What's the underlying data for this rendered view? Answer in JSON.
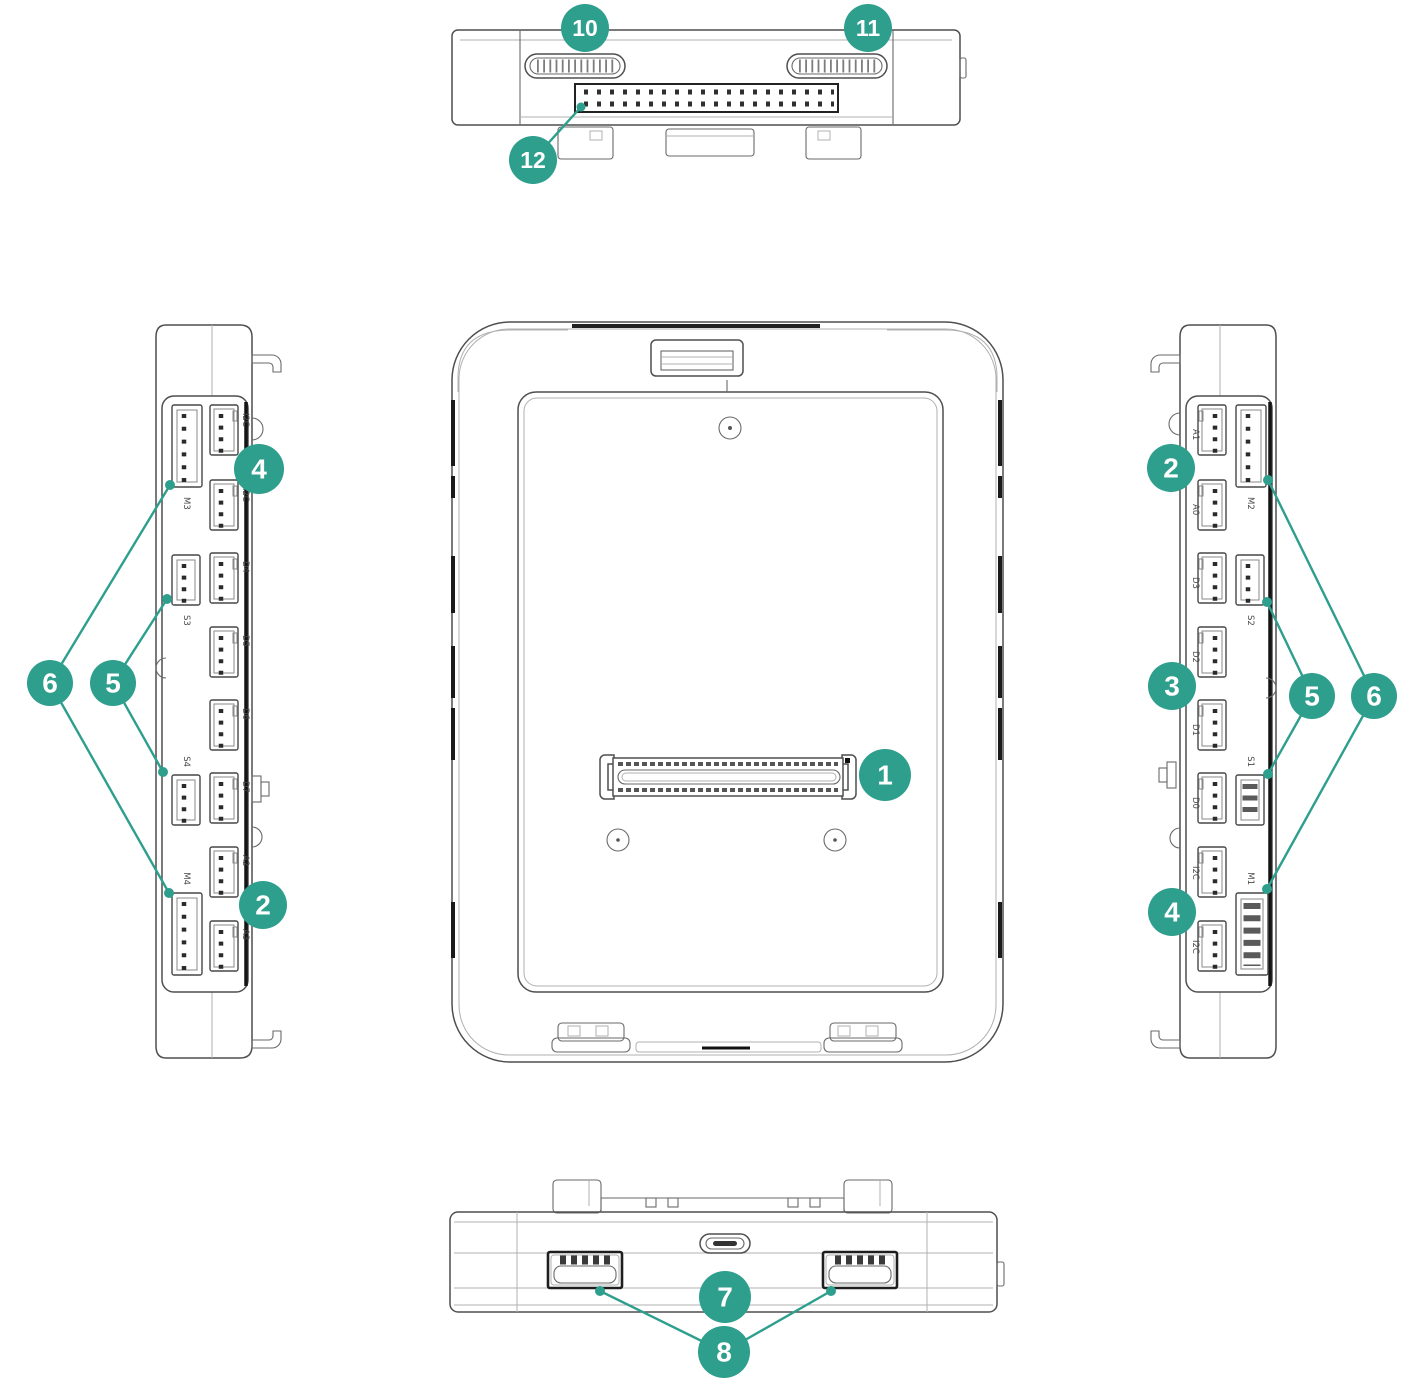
{
  "diagram": {
    "description": "Device enclosure shown in five views (top, left side, back, right side, bottom) with numbered callouts",
    "accent_color": "#2E9E8D",
    "line_color": "#4f4f4f"
  },
  "callouts": {
    "n1": "1",
    "n2": "2",
    "n3": "3",
    "n4": "4",
    "n5": "5",
    "n6": "6",
    "n7": "7",
    "n8": "8",
    "n10": "10",
    "n11": "11",
    "n12": "12"
  },
  "left_side_view": {
    "bus_ports": [
      "M3",
      "S3",
      "S4",
      "M4"
    ],
    "grove_ports": [
      "I2C",
      "I2C",
      "D4",
      "D5",
      "D6",
      "D7",
      "A2",
      "A3"
    ]
  },
  "right_side_view": {
    "grove_ports": [
      "A1",
      "A0",
      "D3",
      "D2",
      "D1",
      "D0",
      "I2C",
      "I2C"
    ],
    "bus_ports": [
      "M2",
      "S2",
      "S1",
      "M1"
    ]
  }
}
